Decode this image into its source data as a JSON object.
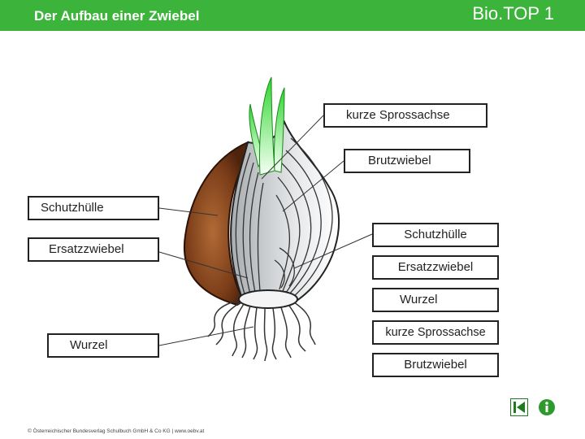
{
  "header": {
    "title": "Der Aufbau einer Zwiebel",
    "brand": "Bio.TOP 1"
  },
  "labels_left": [
    "Schutzhülle",
    "Ersatzzwiebel",
    "Wurzel"
  ],
  "labels_right_top": [
    "kurze Sprossachse",
    "Brutzwiebel"
  ],
  "labels_right_bottom": [
    "Schutzhülle",
    "Ersatzzwiebel",
    "Wurzel",
    "kurze Sprossachse",
    "Brutzwiebel"
  ],
  "footer": {
    "copyright": "© Österreichischer Bundesverlag Schulbuch GmbH & Co KG | www.oebv.at"
  },
  "nav": {
    "back_icon": "back-arrow-icon",
    "info_icon": "info-icon"
  },
  "colors": {
    "header": "#3cb43c",
    "shoot": "#6ee86e",
    "skin": "#8a4a22"
  }
}
